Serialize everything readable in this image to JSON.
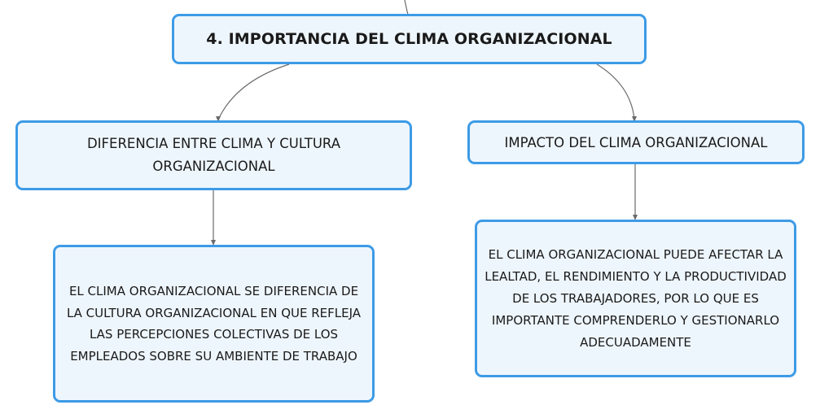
{
  "diagram": {
    "root": {
      "label": "4. IMPORTANCIA DEL CLIMA ORGANIZACIONAL"
    },
    "branches": [
      {
        "label": "DIFERENCIA ENTRE CLIMA Y CULTURA ORGANIZACIONAL",
        "child": {
          "label": "EL CLIMA ORGANIZACIONAL SE DIFERENCIA DE LA CULTURA ORGANIZACIONAL EN QUE REFLEJA LAS PERCEPCIONES COLECTIVAS DE LOS EMPLEADOS SOBRE SU AMBIENTE DE TRABAJO"
        }
      },
      {
        "label": "IMPACTO DEL CLIMA ORGANIZACIONAL",
        "child": {
          "label": "EL CLIMA ORGANIZACIONAL PUEDE AFECTAR LA LEALTAD, EL RENDIMIENTO Y LA PRODUCTIVIDAD DE LOS TRABAJADORES, POR LO QUE ES IMPORTANTE COMPRENDERLO Y GESTIONARLO ADECUADAMENTE"
        }
      }
    ],
    "colors": {
      "node_border": "#3d9be6",
      "node_fill": "#eef6fd",
      "connector": "#6b6b6b"
    }
  }
}
